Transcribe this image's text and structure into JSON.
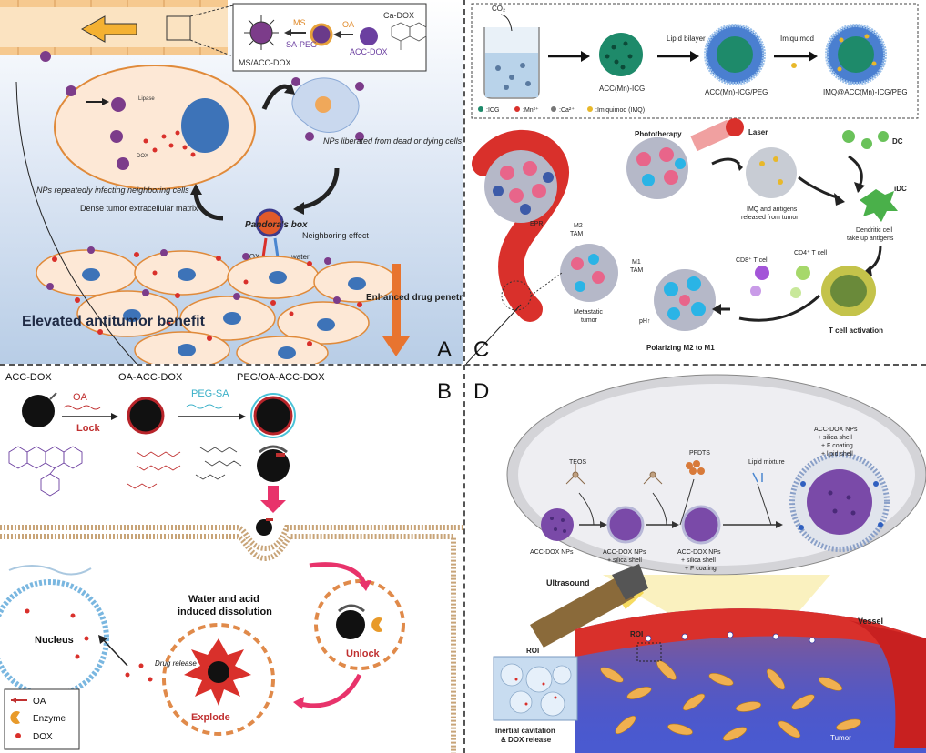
{
  "panel_a": {
    "letter": "A",
    "legend_ca_dox": "Ca-DOX",
    "legend_ms": "MS",
    "legend_oa": "OA",
    "legend_sa_peg": "SA-PEG",
    "legend_acc_dox": "ACC-DOX",
    "legend_ms_acc_dox": "MS/ACC-DOX",
    "lipase": "Lipase",
    "dox_small": "DOX",
    "water_small": "water",
    "nps_liberated": "NPs liberated from dead or dying cells",
    "nps_repeatedly": "NPs repeatedly infecting neighboring cells",
    "dense_tumor": "Dense tumor extracellular matrix",
    "pandoras_box": "Pandora's box",
    "neighboring_effect": "Neighboring effect",
    "dox": "DOX",
    "water": "water",
    "enhanced": "Enhanced drug penetration",
    "elevated": "Elevated antitumor benefit"
  },
  "panel_b": {
    "letter": "B",
    "acc_dox": "ACC-DOX",
    "oa_acc_dox": "OA-ACC-DOX",
    "peg_oa_acc_dox": "PEG/OA-ACC-DOX",
    "oa": "OA",
    "lock": "Lock",
    "peg_sa": "PEG-SA",
    "water_acid": "Water and acid induced dissolution",
    "nucleus": "Nucleus",
    "drug_release": "Drug release",
    "unlock": "Unlock",
    "explode": "Explode",
    "legend_oa": "OA",
    "legend_enzyme": "Enzyme",
    "legend_dox": "DOX"
  },
  "panel_c": {
    "letter": "C",
    "co2": "CO₂",
    "acc_mn_icg": "ACC(Mn)-ICG",
    "lipid_bilayer": "Lipid bilayer",
    "acc_mn_icg_peg": "ACC(Mn)-ICG/PEG",
    "imiquimod": "Imiquimod",
    "imq_acc": "IMQ@ACC(Mn)-ICG/PEG",
    "leg_icg": ":ICG",
    "leg_mn": ":Mn²⁺",
    "leg_ca": ":Ca²⁺",
    "leg_imq": ":Imiquimod (IMQ)",
    "phototherapy": "Phototherapy",
    "laser": "Laser",
    "dc": "DC",
    "idc": "iDC",
    "imq_antigens": "IMQ and antigens released from tumor",
    "dendritic": "Dendritic cell take up antigens",
    "epr": "EPR",
    "m2_tam": "M2 TAM",
    "m1_tam": "M1 TAM",
    "cd8": "CD8⁺ T cell",
    "cd4": "CD4⁺ T cell",
    "metastatic": "Metastatic tumor",
    "ph": "pH↑",
    "polarizing": "Polarizing M2 to M1",
    "t_activation": "T cell activation"
  },
  "panel_d": {
    "letter": "D",
    "teos": "TEOS",
    "pfdts": "PFDTS",
    "lipid_mixture": "Lipid mixture",
    "np1": "ACC-DOX NPs",
    "np2_a": "ACC-DOX NPs",
    "np2_b": "+ silica shell",
    "np3_a": "ACC-DOX NPs",
    "np3_b": "+ silica shell",
    "np3_c": "+ F coating",
    "np4_a": "ACC-DOX NPs",
    "np4_b": "+ silica shell",
    "np4_c": "+ F coating",
    "np4_d": "+ lipid shell",
    "ultrasound": "Ultrasound",
    "vessel": "Vessel",
    "roi": "ROI",
    "roi2": "ROI",
    "inertial_a": "Inertial cavitation",
    "inertial_b": "& DOX release",
    "tumor": "Tumor"
  },
  "colors": {
    "dox_red": "#d9302b",
    "membrane": "#c8a478",
    "arrow_dark": "#333333",
    "pink_arrow": "#e8336b",
    "orange_arrow": "#e8742f"
  }
}
